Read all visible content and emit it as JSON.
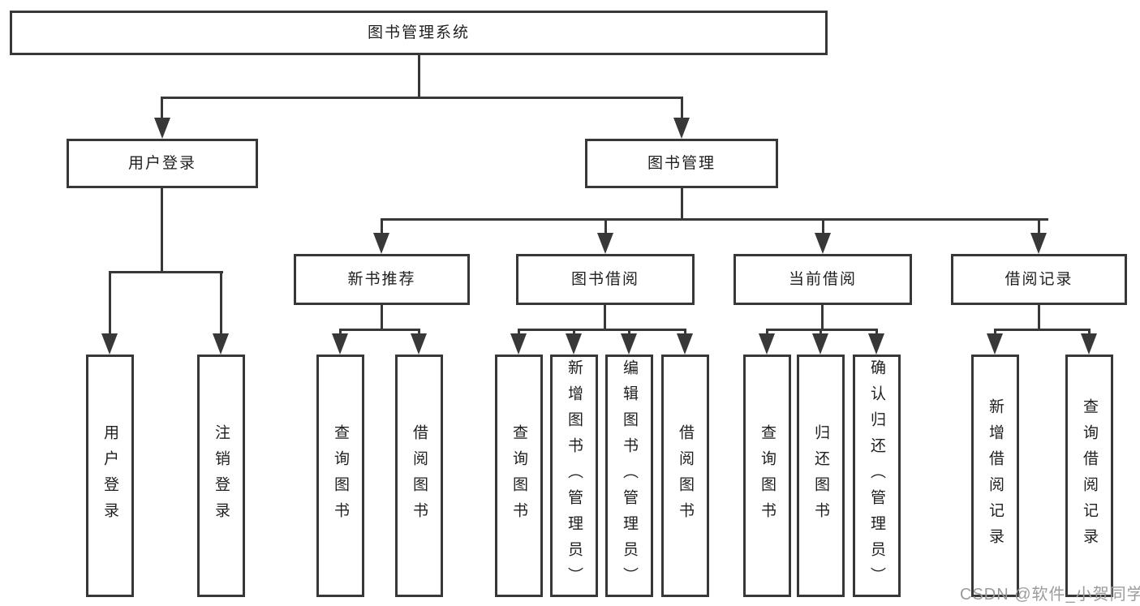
{
  "diagram": {
    "title": "图书管理系统",
    "root": {
      "label": "图书管理系统"
    },
    "branches": [
      {
        "label": "用户登录",
        "children": [
          {
            "label": "用户登录"
          },
          {
            "label": "注销登录"
          }
        ]
      },
      {
        "label": "图书管理",
        "children": [
          {
            "label": "新书推荐",
            "children": [
              {
                "label": "查询图书"
              },
              {
                "label": "借阅图书"
              }
            ]
          },
          {
            "label": "图书借阅",
            "children": [
              {
                "label": "查询图书"
              },
              {
                "label": "新增图书（管理员）"
              },
              {
                "label": "编辑图书（管理员）"
              },
              {
                "label": "借阅图书"
              }
            ]
          },
          {
            "label": "当前借阅",
            "children": [
              {
                "label": "查询图书"
              },
              {
                "label": "归还图书"
              },
              {
                "label": "确认归还（管理员）"
              }
            ]
          },
          {
            "label": "借阅记录",
            "children": [
              {
                "label": "新增借阅记录"
              },
              {
                "label": "查询借阅记录"
              }
            ]
          }
        ]
      }
    ]
  },
  "watermark": {
    "text": "CSDN @软件_小贺同学"
  },
  "colors": {
    "line": "#383838",
    "text": "#1f1f1f",
    "background": "#ffffff",
    "watermark": "#9b9b9b"
  }
}
